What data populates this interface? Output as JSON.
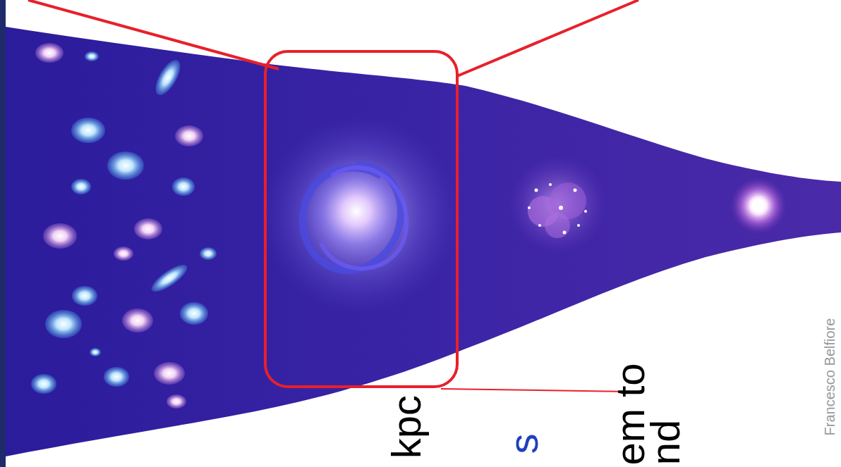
{
  "diagram": {
    "labels": [
      "kpc",
      "s",
      "em to",
      "nd",
      "Francesco Belfiore"
    ]
  }
}
